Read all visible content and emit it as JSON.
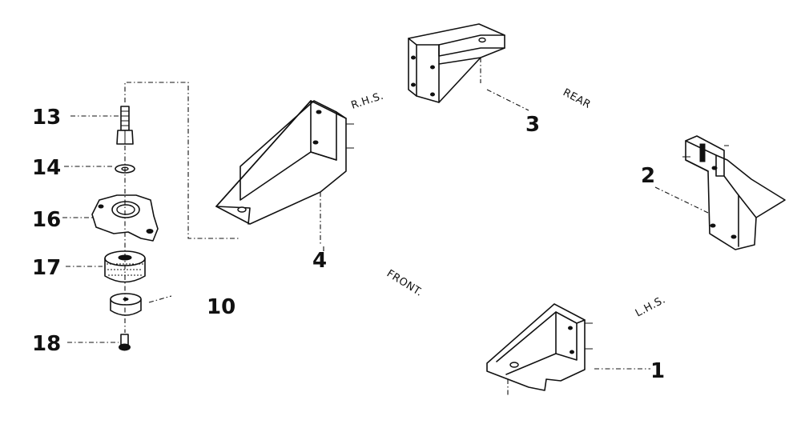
{
  "callouts": {
    "c1": "1",
    "c2": "2",
    "c3": "3",
    "c4": "4",
    "c10": "10",
    "c13": "13",
    "c14": "14",
    "c16": "16",
    "c17": "17",
    "c18": "18"
  },
  "orientation_labels": {
    "rhs": "R.H.S.",
    "rear": "REAR",
    "front": "FRONT.",
    "lhs": "L.H.S."
  }
}
